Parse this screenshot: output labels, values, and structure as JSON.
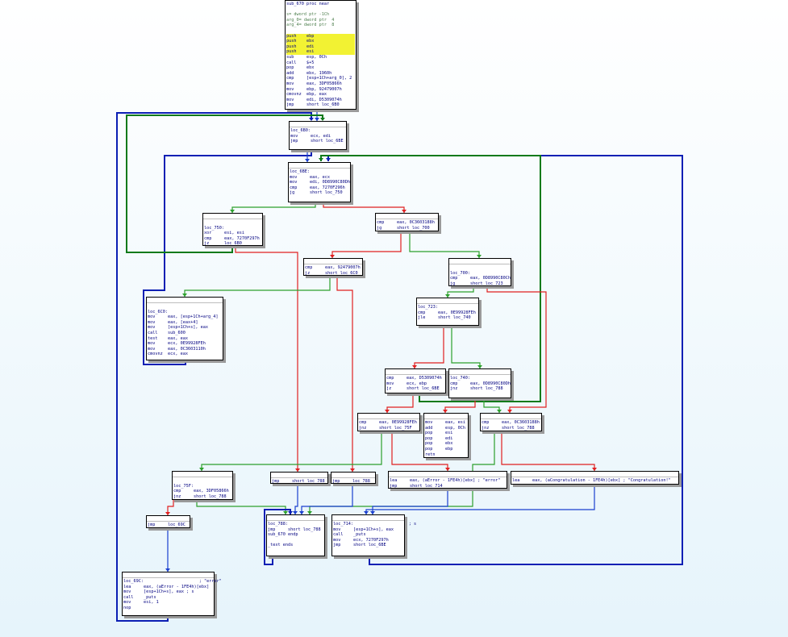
{
  "nodes": {
    "n_entry": {
      "lines": [
        {
          "t": "sub_670 proc near"
        },
        {
          "t": ""
        },
        {
          "t": "s= dword ptr -1Ch",
          "c": "cmt"
        },
        {
          "t": "arg_0= dword ptr  4",
          "c": "cmt"
        },
        {
          "t": "arg_4= dword ptr  8",
          "c": "cmt"
        },
        {
          "t": ""
        },
        {
          "t": "push    ebp",
          "c": "hl"
        },
        {
          "t": "push    ebx",
          "c": "hl"
        },
        {
          "t": "push    edi",
          "c": "hl"
        },
        {
          "t": "push    esi",
          "c": "hl"
        },
        {
          "t": "sub     esp, 0Ch"
        },
        {
          "t": "call    $+5"
        },
        {
          "t": "pop     ebx"
        },
        {
          "t": "add     ebx, 1960h"
        },
        {
          "t": "cmp     [esp+1Ch+arg_0], 2"
        },
        {
          "t": "mov     eax, 3DF05866h"
        },
        {
          "t": "mov     ebp, 92479007h"
        },
        {
          "t": "cmovnz  ebp, eax"
        },
        {
          "t": "mov     edi, D5309074h"
        },
        {
          "t": "jmp     short loc_6B0"
        }
      ]
    },
    "n_6b0": {
      "lines": [
        {
          "t": "loc_6B0:"
        },
        {
          "t": "mov     ecx, edi"
        },
        {
          "t": "jmp     short loc_6BE"
        }
      ]
    },
    "n_6be": {
      "lines": [
        {
          "t": "loc_6BE:"
        },
        {
          "t": "mov     eax, ecx"
        },
        {
          "t": "mov     edi, 0D8990C80Dh"
        },
        {
          "t": "cmp     eax, 7270F296h"
        },
        {
          "t": "jg      short loc_750"
        }
      ]
    },
    "n_750": {
      "lines": [
        {
          "t": ""
        },
        {
          "t": "loc_750:"
        },
        {
          "t": "xor     esi, esi"
        },
        {
          "t": "cmp     eax, 7270F297h"
        },
        {
          "t": "jz      loc_6B0"
        }
      ]
    },
    "n_cmp1": {
      "lines": [
        {
          "t": "cmp     eax, 0C3603188h"
        },
        {
          "t": "jg      short loc_700"
        }
      ]
    },
    "n_cmp2": {
      "lines": [
        {
          "t": "cmp     eax, 92479007h"
        },
        {
          "t": "jz      short loc_6C0"
        }
      ]
    },
    "n_700": {
      "lines": [
        {
          "t": ""
        },
        {
          "t": "loc_700:"
        },
        {
          "t": "cmp     eax, 0D8990C80Ch"
        },
        {
          "t": "jg      short loc_723"
        }
      ]
    },
    "n_6c0": {
      "lines": [
        {
          "t": ""
        },
        {
          "t": "loc_6C0:"
        },
        {
          "t": "mov     eax, [esp+1Ch+arg_4]"
        },
        {
          "t": "mov     eax, [eax+4]"
        },
        {
          "t": "mov     [esp+1Ch+s], eax"
        },
        {
          "t": "call    sub_600"
        },
        {
          "t": "test    eax, eax"
        },
        {
          "t": "mov     ecx, 0E99928FEh"
        },
        {
          "t": "mov     eax, 0C3603110h"
        },
        {
          "t": "cmovnz  ecx, eax"
        }
      ]
    },
    "n_723": {
      "lines": [
        {
          "t": "loc_723:"
        },
        {
          "t": "cmp     eax, 0E99928FEh"
        },
        {
          "t": "jle     short loc_740"
        }
      ]
    },
    "n_cmp3": {
      "lines": [
        {
          "t": "cmp     eax, D5309074h"
        },
        {
          "t": "mov     ecx, ebp"
        },
        {
          "t": "jz      short loc_6BE"
        }
      ]
    },
    "n_740": {
      "lines": [
        {
          "t": "loc_740:"
        },
        {
          "t": "cmp     eax, 0D8990C80Dh"
        },
        {
          "t": "jnz     short loc_788"
        }
      ]
    },
    "n_cmp4": {
      "lines": [
        {
          "t": "cmp     eax, 0E99928FEh"
        },
        {
          "t": "jnz     short loc_75F"
        }
      ]
    },
    "n_ret": {
      "lines": [
        {
          "t": "mov     eax, esi"
        },
        {
          "t": "add     esp, 0Ch"
        },
        {
          "t": "pop     esi"
        },
        {
          "t": "pop     edi"
        },
        {
          "t": "pop     ebx"
        },
        {
          "t": "pop     ebp"
        },
        {
          "t": "retn"
        }
      ]
    },
    "n_cmp5": {
      "lines": [
        {
          "t": "cmp     eax, 0C3603188h"
        },
        {
          "t": "jnz     short loc_788"
        }
      ]
    },
    "n_75f": {
      "lines": [
        {
          "t": ""
        },
        {
          "t": "loc_75F:"
        },
        {
          "t": "cmp     eax, 3DF05866h"
        },
        {
          "t": "jnz     short loc_788"
        }
      ]
    },
    "n_jmp1": {
      "lines": [
        {
          "t": "jmp     short loc_788"
        }
      ]
    },
    "n_jmp2": {
      "lines": [
        {
          "t": "jmp     loc_788"
        }
      ]
    },
    "n_err": {
      "lines": [
        {
          "t": "lea     eax, (aError - 1FE4h)[ebx] ; \"error\""
        },
        {
          "t": "jmp     short loc_714"
        }
      ]
    },
    "n_congrats": {
      "lines": [
        {
          "t": "lea     eax, (aCongratulation - 1FE4h)[ebx] ; \"Congratulation!\""
        }
      ]
    },
    "n_jmp69c": {
      "lines": [
        {
          "t": "jmp     loc_69C"
        }
      ]
    },
    "n_788": {
      "lines": [
        {
          "t": "loc_788:"
        },
        {
          "t": "jmp     short loc_788"
        },
        {
          "t": "sub_670 endp"
        },
        {
          "t": ""
        },
        {
          "t": "_text ends"
        }
      ]
    },
    "n_714": {
      "lines": [
        {
          "t": "loc_714:                      ; s"
        },
        {
          "t": "mov     [esp+1Ch+s], eax"
        },
        {
          "t": "call    _puts"
        },
        {
          "t": "mov     ecx, 7270F297h"
        },
        {
          "t": "jmp     short loc_6BE"
        }
      ]
    },
    "n_69c": {
      "lines": [
        {
          "t": "loc_69C:                      ; \"error\""
        },
        {
          "t": "lea     eax, (aError - 1FE4h)[ebx]"
        },
        {
          "t": "mov     [esp+1Ch+s], eax ; s"
        },
        {
          "t": "call    _puts"
        },
        {
          "t": "mov     esi, 1"
        },
        {
          "t": "nop"
        }
      ]
    }
  },
  "colors": {
    "true_edge": "#2ca02c",
    "false_edge": "#e02020",
    "uncond_edge": "#1a3fcf",
    "loop_back": "#0b1fb4",
    "loop_green": "#0d7a1a"
  }
}
